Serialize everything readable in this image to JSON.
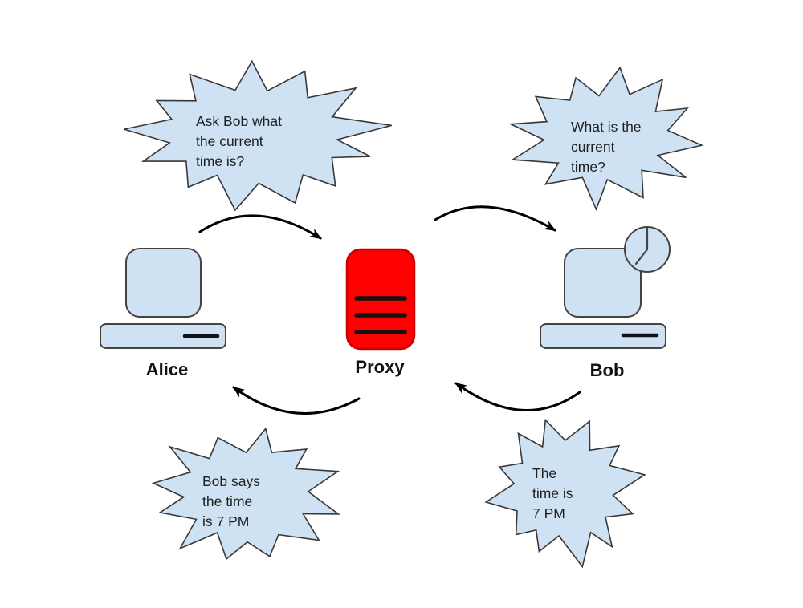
{
  "diagram": {
    "bubbles": {
      "ask_proxy": "Ask Bob what\nthe current\ntime is?",
      "ask_bob": "What is the\ncurrent\ntime?",
      "reply_to_alice": "Bob says\nthe time\nis 7 PM",
      "reply_from_bob": "The\ntime is\n7 PM"
    },
    "nodes": {
      "alice": {
        "label": "Alice",
        "icon": "computer-icon"
      },
      "proxy": {
        "label": "Proxy",
        "icon": "server-icon"
      },
      "bob": {
        "label": "Bob",
        "icon": "computer-with-clock-icon"
      }
    },
    "colors": {
      "bubble_fill": "#cfe2f3",
      "bubble_stroke": "#383838",
      "node_fill": "#cfe2f3",
      "node_stroke": "#434343",
      "proxy_fill": "#fe0000",
      "proxy_stroke": "#cc0000",
      "arrow": "#000000",
      "text": "#1f1f1f",
      "background": "#ffffff"
    }
  }
}
